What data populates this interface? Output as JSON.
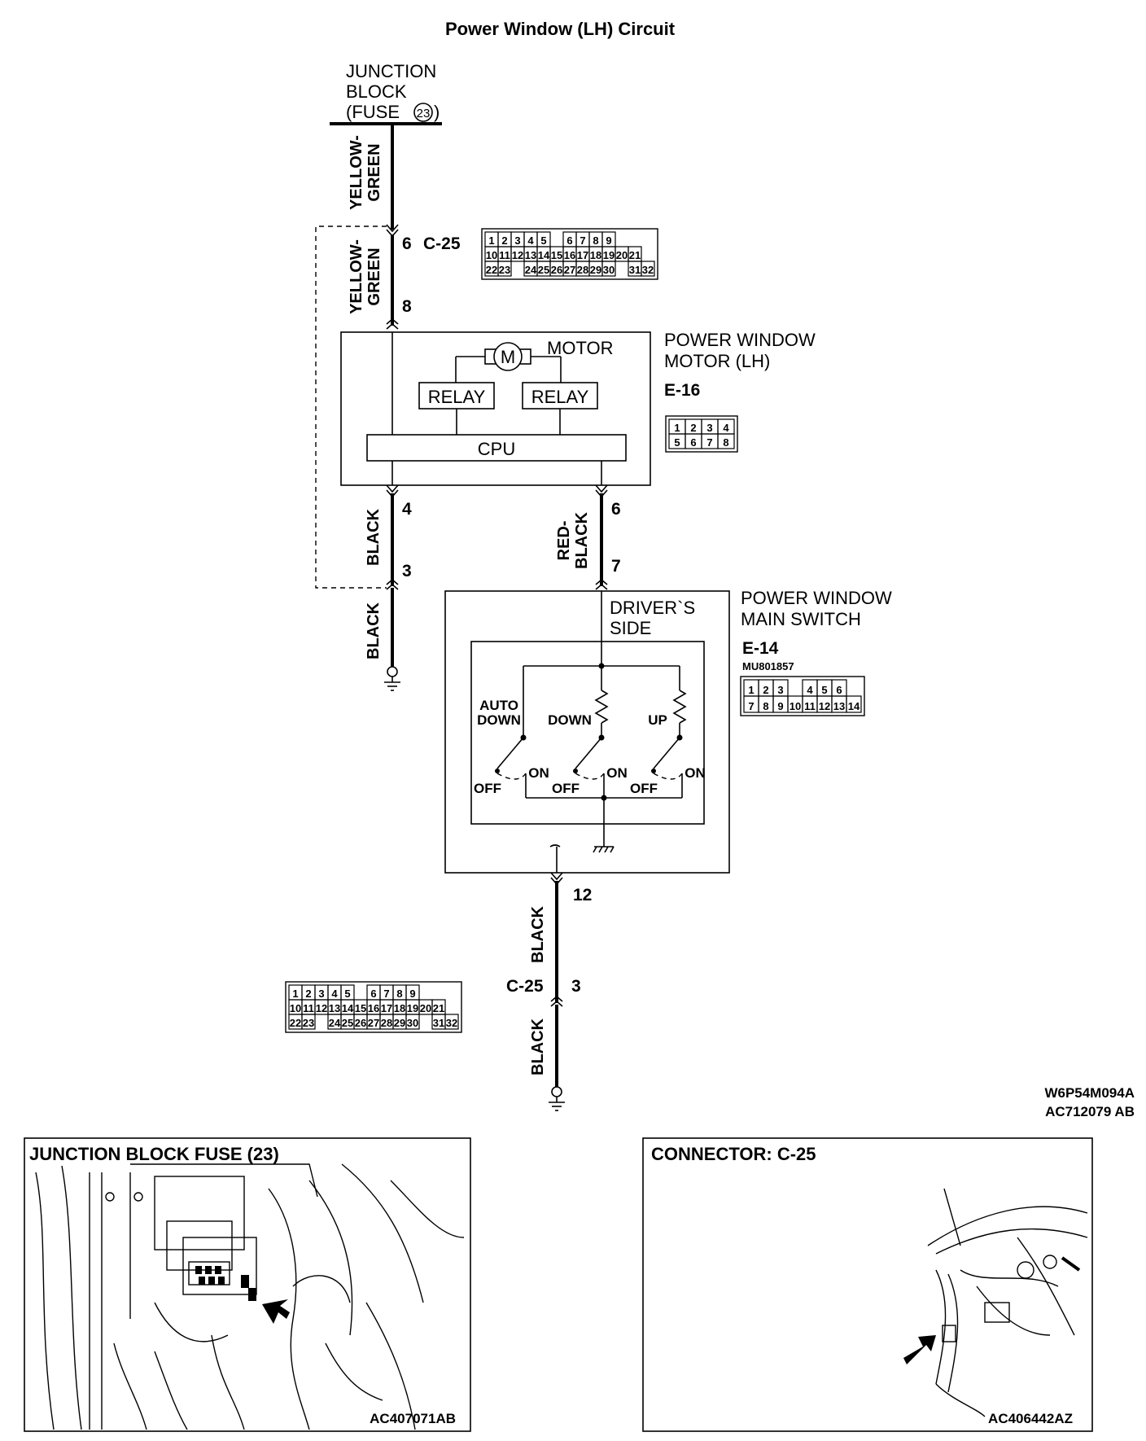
{
  "title": "Power Window (LH) Circuit",
  "junction_block": {
    "line1": "JUNCTION",
    "line2": "BLOCK",
    "line3_prefix": "(FUSE",
    "fuse_no": "23",
    "line3_suffix": ")"
  },
  "wires": {
    "yg_top": [
      "YELLOW-",
      "GREEN"
    ],
    "yg_mid": [
      "YELLOW-",
      "GREEN"
    ],
    "black_left": "BLACK",
    "black_ground_left": "BLACK",
    "red_black": [
      "RED-",
      "BLACK"
    ],
    "black_lower": "BLACK",
    "black_bottom": "BLACK"
  },
  "pins": {
    "c25_top": "6",
    "c25_label": "C-25",
    "motor_in": "8",
    "motor_4": "4",
    "motor_6": "6",
    "c_3_left": "3",
    "switch_7": "7",
    "switch_12": "12",
    "c25_lower_label": "C-25",
    "c25_lower_pin": "3"
  },
  "motor": {
    "title_line1": "POWER WINDOW",
    "title_line2": "MOTOR (LH)",
    "connector": "E-16",
    "motor_label": "MOTOR",
    "motor_symbol": "M",
    "relay1": "RELAY",
    "relay2": "RELAY",
    "cpu": "CPU",
    "connector_pins": [
      [
        "1",
        "2",
        "3",
        "4"
      ],
      [
        "5",
        "6",
        "7",
        "8"
      ]
    ]
  },
  "switch": {
    "title_line1": "POWER WINDOW",
    "title_line2": "MAIN SWITCH",
    "connector": "E-14",
    "part_no": "MU801857",
    "side_line1": "DRIVER`S",
    "side_line2": "SIDE",
    "auto_down": [
      "AUTO",
      "DOWN"
    ],
    "down": "DOWN",
    "up": "UP",
    "off": "OFF",
    "on": "ON",
    "connector_pins": [
      [
        "1",
        "2",
        "3",
        "",
        "4",
        "5",
        "6"
      ],
      [
        "7",
        "8",
        "9",
        "10",
        "11",
        "12",
        "13",
        "14"
      ]
    ]
  },
  "c25_connector_pins": [
    [
      "1",
      "2",
      "3",
      "4",
      "5",
      "",
      "6",
      "7",
      "8",
      "9"
    ],
    [
      "10",
      "11",
      "12",
      "13",
      "14",
      "15",
      "16",
      "17",
      "18",
      "19",
      "20",
      "21"
    ],
    [
      "22",
      "23",
      "",
      "24",
      "25",
      "26",
      "27",
      "28",
      "29",
      "30",
      "",
      "31",
      "32"
    ]
  ],
  "codes": {
    "code1": "W6P54M094A",
    "code2": "AC712079 AB"
  },
  "photo_left": {
    "title": "JUNCTION BLOCK FUSE (23)",
    "code": "AC407071AB"
  },
  "photo_right": {
    "title": "CONNECTOR: C-25",
    "code": "AC406442AZ"
  }
}
